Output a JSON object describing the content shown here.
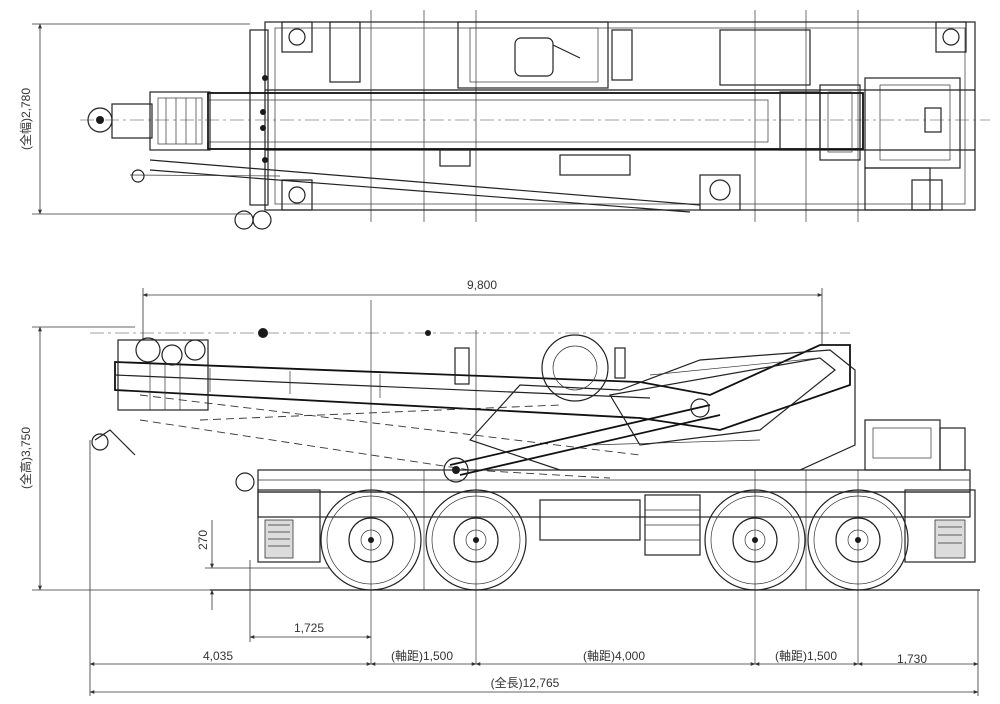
{
  "dimensions": {
    "top_width": "(全幅)2,780",
    "boom_length": "9,800",
    "overall_height": "(全高)3,750",
    "ground_clearance": "270",
    "front_overhang_inner": "1,725",
    "front_overhang": "4,035",
    "wheelbase_front": "(軸距)1,500",
    "wheelbase_middle": "(軸距)4,000",
    "wheelbase_rear": "(軸距)1,500",
    "rear_overhang": "1,730",
    "overall_length": "(全長)12,765"
  }
}
